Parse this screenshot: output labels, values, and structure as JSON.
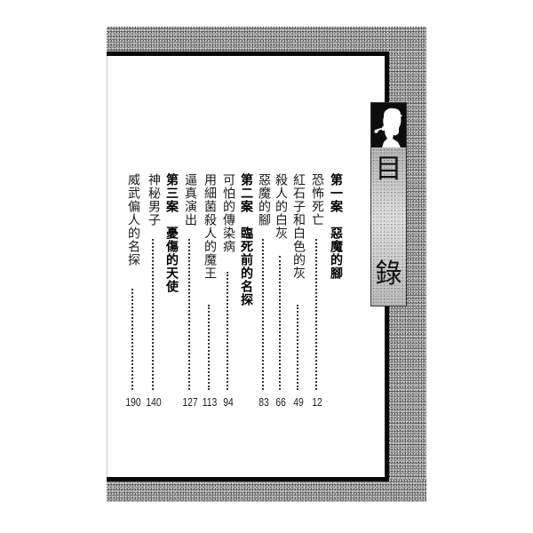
{
  "tab": {
    "icon": "sherlock-holmes-silhouette-icon",
    "title_char_1": "目",
    "title_char_2": "錄"
  },
  "toc": {
    "entries": [
      {
        "type": "section",
        "label": "第一案　惡魔的腳",
        "page": ""
      },
      {
        "type": "chapter",
        "label": "恐怖死亡",
        "page": "12"
      },
      {
        "type": "chapter",
        "label": "紅石子和白色的灰",
        "page": "49"
      },
      {
        "type": "chapter",
        "label": "殺人的白灰",
        "page": "66"
      },
      {
        "type": "chapter",
        "label": "惡魔的腳",
        "page": "83"
      },
      {
        "type": "section",
        "label": "第二案　臨死前的名探",
        "page": ""
      },
      {
        "type": "chapter",
        "label": "可怕的傳染病",
        "page": "94"
      },
      {
        "type": "chapter",
        "label": "用細菌殺人的魔王",
        "page": "113"
      },
      {
        "type": "chapter",
        "label": "逼真演出",
        "page": "127"
      },
      {
        "type": "section",
        "label": "第三案　憂傷的天使",
        "page": ""
      },
      {
        "type": "chapter",
        "label": "神秘男子",
        "page": "140"
      },
      {
        "type": "chapter",
        "label": "威武偏人的名探",
        "page": "190"
      }
    ]
  },
  "colors": {
    "frame_border": "#0a0a0a",
    "speckle_gray": "#9a9a9a",
    "page_bg": "#ffffff",
    "text": "#1a1a1a"
  }
}
